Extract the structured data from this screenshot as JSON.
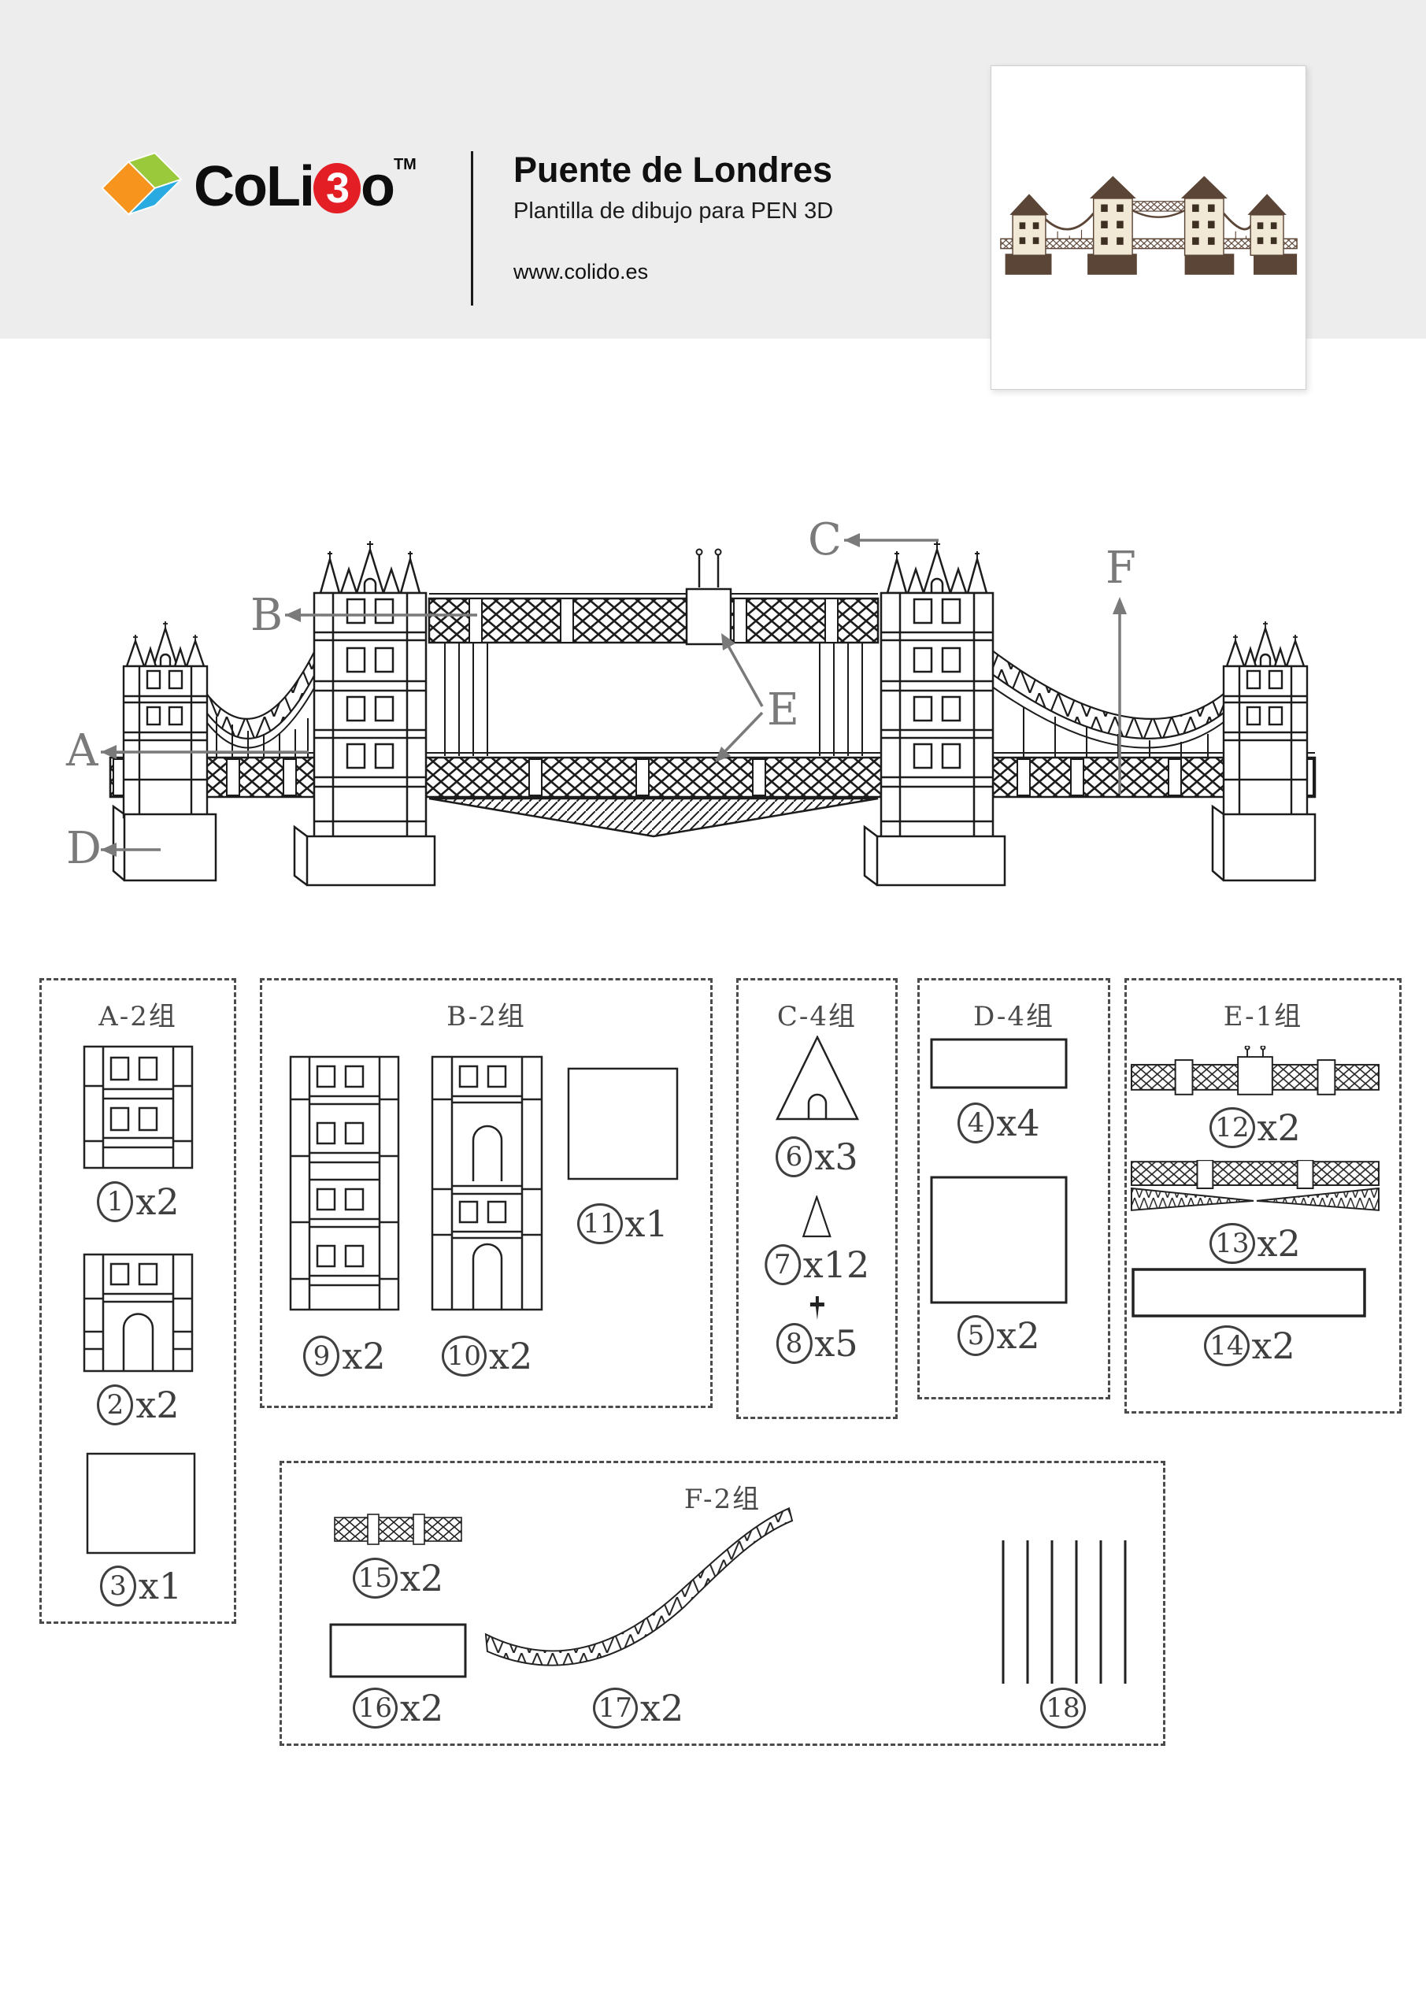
{
  "header": {
    "brand": {
      "name_prefix": "CoLi",
      "name_d": "3",
      "name_suffix": "o",
      "tm": "TM"
    },
    "title": "Puente de Londres",
    "subtitle": "Plantilla de dibujo para PEN 3D",
    "website": "www.colido.es"
  },
  "diagram": {
    "labels": [
      {
        "char": "A"
      },
      {
        "char": "B"
      },
      {
        "char": "C"
      },
      {
        "char": "D"
      },
      {
        "char": "E"
      },
      {
        "char": "F"
      }
    ]
  },
  "groups": [
    {
      "id": "A",
      "title": "A-2组",
      "parts": [
        {
          "num": "1",
          "count": "x2"
        },
        {
          "num": "2",
          "count": "x2"
        },
        {
          "num": "3",
          "count": "x1"
        }
      ]
    },
    {
      "id": "B",
      "title": "B-2组",
      "parts": [
        {
          "num": "9",
          "count": "x2"
        },
        {
          "num": "10",
          "count": "x2"
        },
        {
          "num": "11",
          "count": "x1"
        }
      ]
    },
    {
      "id": "C",
      "title": "C-4组",
      "parts": [
        {
          "num": "6",
          "count": "x3"
        },
        {
          "num": "7",
          "count": "x12"
        },
        {
          "num": "8",
          "count": "x5"
        }
      ]
    },
    {
      "id": "D",
      "title": "D-4组",
      "parts": [
        {
          "num": "4",
          "count": "x4"
        },
        {
          "num": "5",
          "count": "x2"
        }
      ]
    },
    {
      "id": "E",
      "title": "E-1组",
      "parts": [
        {
          "num": "12",
          "count": "x2"
        },
        {
          "num": "13",
          "count": "x2"
        },
        {
          "num": "14",
          "count": "x2"
        }
      ]
    },
    {
      "id": "F",
      "title": "F-2组",
      "parts": [
        {
          "num": "15",
          "count": "x2"
        },
        {
          "num": "16",
          "count": "x2"
        },
        {
          "num": "17",
          "count": "x2"
        },
        {
          "num": "18",
          "count": ""
        }
      ]
    }
  ],
  "colors": {
    "header_bg": "#EDEDED",
    "brand_orange": "#F7941E",
    "brand_green": "#9ACA3C",
    "brand_blue": "#29ABE2",
    "brand_red": "#E31E25",
    "label_gray": "#7A7A7A",
    "line_dark": "#1C1C1C",
    "thumb_brown": "#5B4536",
    "thumb_cream": "#F1E9D6"
  }
}
